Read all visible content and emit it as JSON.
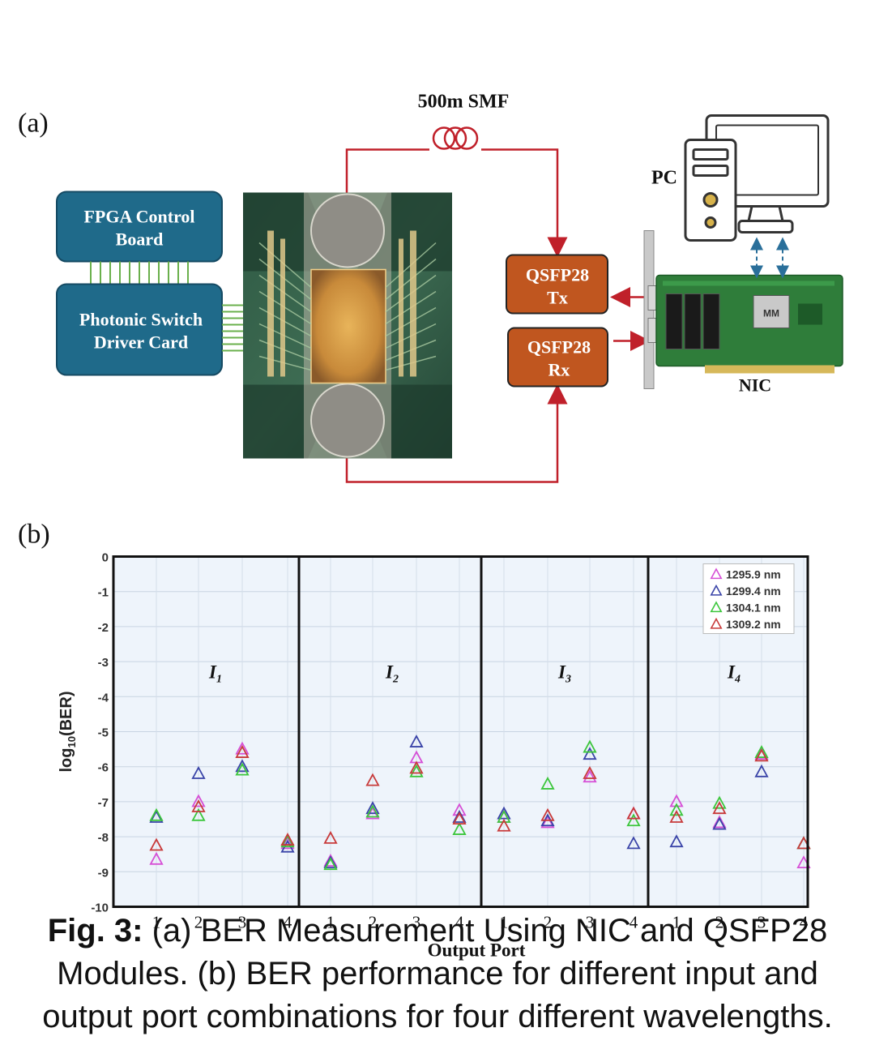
{
  "panel_a": {
    "label": "(a)",
    "fiber_label": "500m SMF",
    "fpga_box": [
      "FPGA Control",
      "Board"
    ],
    "driver_box": [
      "Photonic Switch",
      "Driver Card"
    ],
    "tx_box": [
      "QSFP28",
      "Tx"
    ],
    "rx_box": [
      "QSFP28",
      "Rx"
    ],
    "pc_label": "PC",
    "nic_label": "NIC",
    "colors": {
      "box_blue": "#1f6a8a",
      "box_orange": "#c0561f",
      "fiber_red": "#c0202a"
    }
  },
  "panel_b": {
    "label": "(b)"
  },
  "chart_data": {
    "type": "scatter",
    "ylabel": "log10(BER)",
    "xlabel": "Output Port",
    "ylim": [
      -10,
      0
    ],
    "yticks": [
      "0",
      "-1",
      "-2",
      "-3",
      "-4",
      "-5",
      "-6",
      "-7",
      "-8",
      "-9",
      "-10"
    ],
    "grid": true,
    "legend_position": "top-right",
    "groups": [
      {
        "label": "I1",
        "label_main": "I",
        "label_sub": "1"
      },
      {
        "label": "I2",
        "label_main": "I",
        "label_sub": "2"
      },
      {
        "label": "I3",
        "label_main": "I",
        "label_sub": "3"
      },
      {
        "label": "I4",
        "label_main": "I",
        "label_sub": "4"
      }
    ],
    "port_labels": [
      "1",
      "2",
      "3",
      "4"
    ],
    "series": [
      {
        "name": "1295.9 nm",
        "color": "#d64fd6",
        "values": [
          [
            -8.65,
            -7.0,
            -5.5,
            -8.2
          ],
          [
            -8.7,
            -7.35,
            -5.75,
            -7.25
          ],
          [
            -7.45,
            -7.6,
            -6.3,
            -7.35
          ],
          [
            -7.0,
            -7.6,
            -5.65,
            -8.75
          ]
        ]
      },
      {
        "name": "1299.4 nm",
        "color": "#3a44a8",
        "values": [
          [
            -7.45,
            -6.2,
            -6.0,
            -8.3
          ],
          [
            -8.75,
            -7.2,
            -5.3,
            -7.45
          ],
          [
            -7.35,
            -7.55,
            -5.65,
            -8.2
          ],
          [
            -8.15,
            -7.65,
            -6.15,
            -8.2
          ]
        ]
      },
      {
        "name": "1304.1 nm",
        "color": "#3cc63c",
        "values": [
          [
            -7.4,
            -7.4,
            -6.1,
            -8.15
          ],
          [
            -8.8,
            -7.3,
            -6.15,
            -7.8
          ],
          [
            -7.45,
            -6.5,
            -5.45,
            -7.55
          ],
          [
            -7.25,
            -7.05,
            -5.6,
            -8.2
          ]
        ]
      },
      {
        "name": "1309.2 nm",
        "color": "#c83a3a",
        "values": [
          [
            -8.25,
            -7.15,
            -5.6,
            -8.1
          ],
          [
            -8.05,
            -6.4,
            -6.05,
            -7.5
          ],
          [
            -7.7,
            -7.4,
            -6.2,
            -7.35
          ],
          [
            -7.45,
            -7.2,
            -5.7,
            -8.2
          ]
        ]
      }
    ]
  },
  "caption": {
    "prefix": "Fig. 3:",
    "text": " (a) BER Measurement Using NIC and QSFP28 Modules. (b) BER performance for different input and output port combinations for four different wavelengths."
  }
}
